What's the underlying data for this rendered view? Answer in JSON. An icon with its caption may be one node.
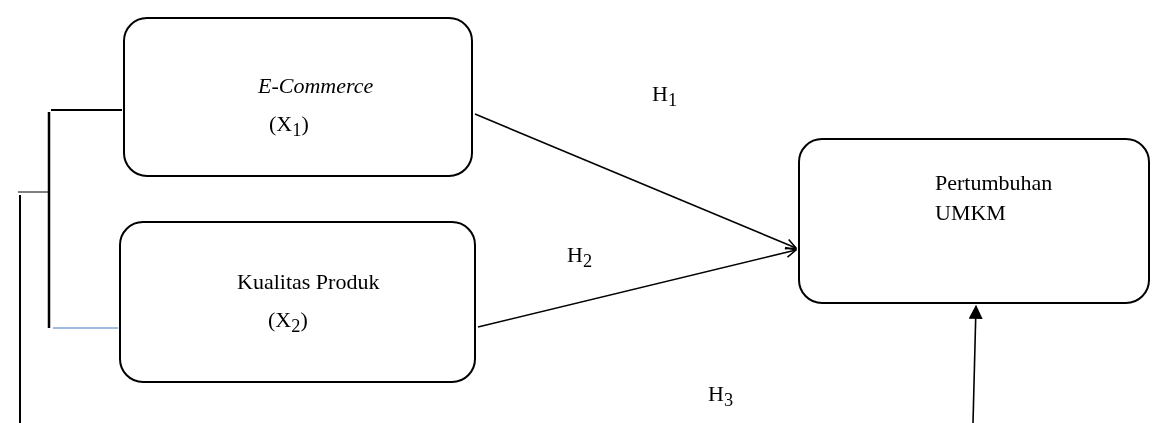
{
  "diagram": {
    "nodes": [
      {
        "text": [
          "E-Commerce",
          "(X$_{1}$)"
        ]
      },
      {
        "text": [
          "Kualitas Produk",
          "(X$_{2}$)"
        ]
      },
      {
        "text": [
          "Pertumbuhan UMKM"
        ]
      }
    ],
    "edges": [
      {
        "from": 0,
        "to": 2,
        "arrow": "to",
        "label": "H$_{1}$"
      },
      {
        "from": 1,
        "to": 2,
        "arrow": "to",
        "label": "H$_{2}$"
      },
      {
        "from": null,
        "to": 2,
        "arrow": "to"
      }
    ],
    "labels": [
      "H$_{3}$"
    ]
  }
}
